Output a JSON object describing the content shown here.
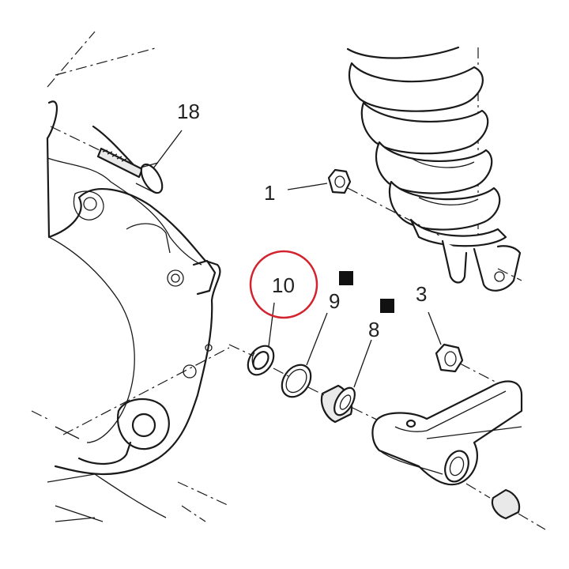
{
  "diagram": {
    "callouts": [
      {
        "id": "18",
        "label": "18"
      },
      {
        "id": "1",
        "label": "1"
      },
      {
        "id": "10",
        "label": "10"
      },
      {
        "id": "9",
        "label": "9"
      },
      {
        "id": "8",
        "label": "8"
      },
      {
        "id": "3",
        "label": "3"
      }
    ],
    "highlight": {
      "target": "10",
      "color": "#d3232f"
    },
    "markers": {
      "color": "#111111"
    }
  }
}
